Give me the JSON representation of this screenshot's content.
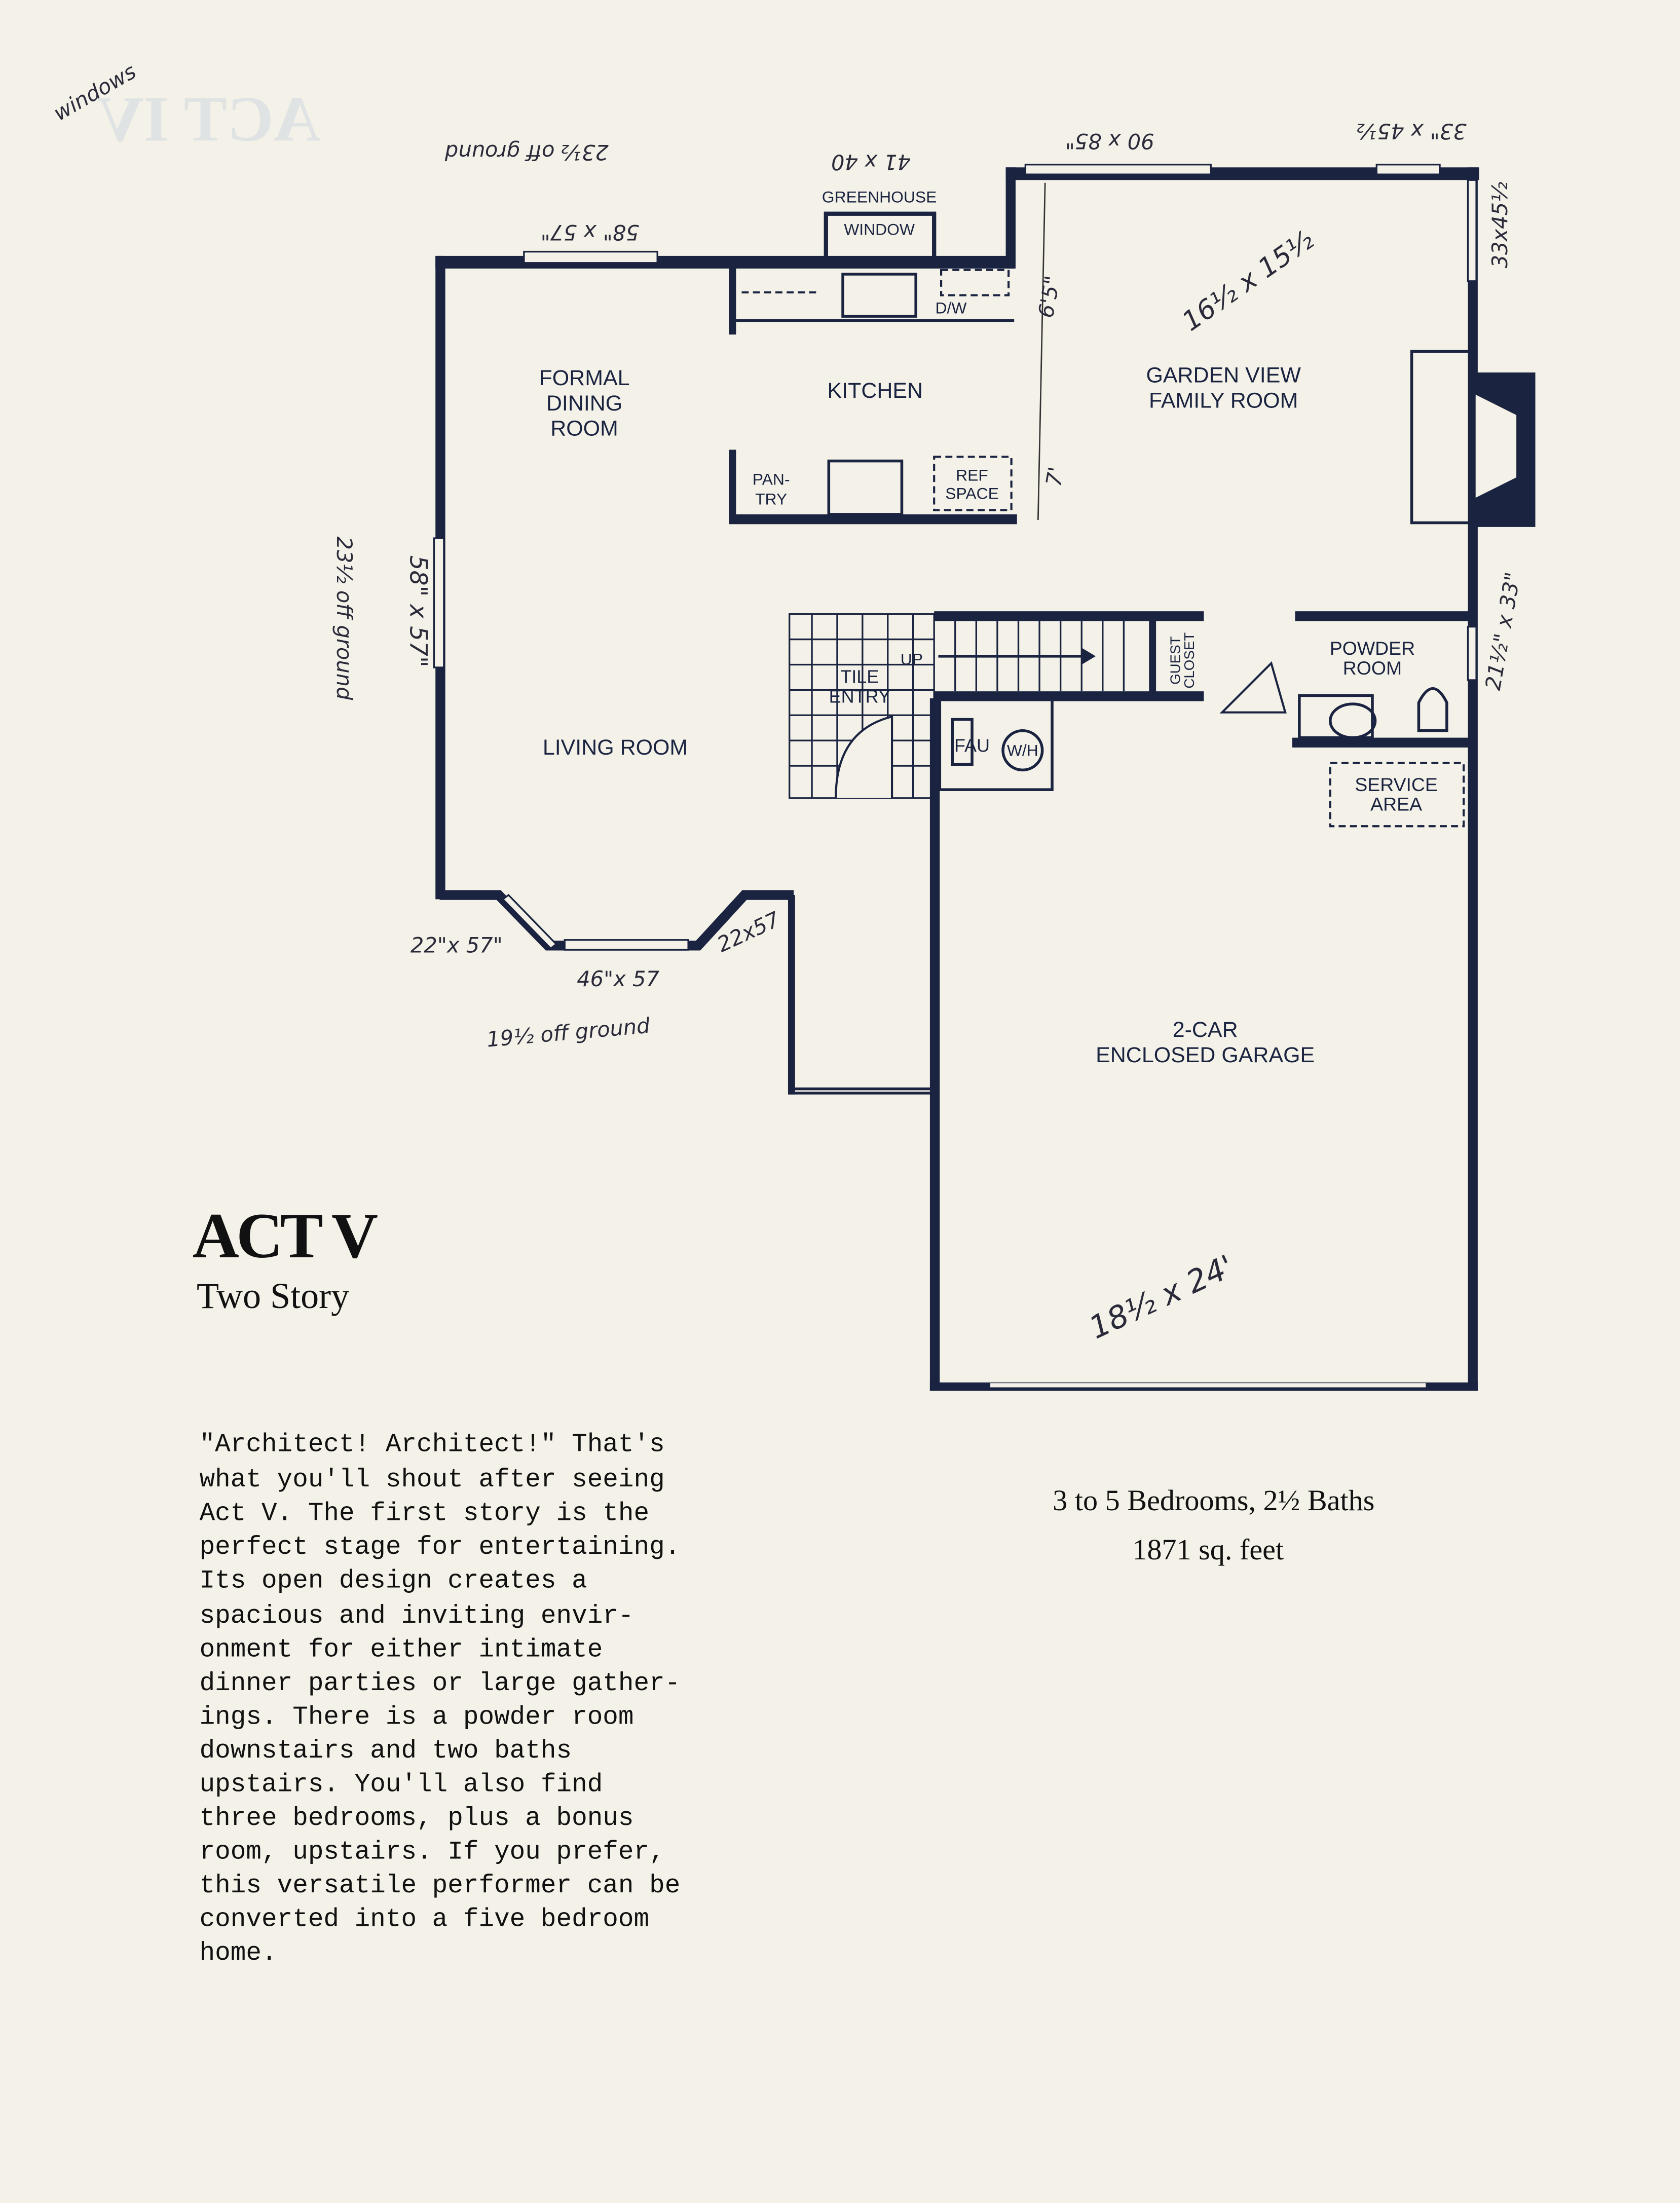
{
  "bleed_through_title": "ACT IV",
  "plan": {
    "rooms": {
      "greenhouse": "GREENHOUSE",
      "window": "WINDOW",
      "dishwasher": "D/W",
      "formal_dining": [
        "FORMAL",
        "DINING",
        "ROOM"
      ],
      "kitchen": "KITCHEN",
      "family_room": [
        "GARDEN VIEW",
        "FAMILY ROOM"
      ],
      "pantry": [
        "PAN-",
        "TRY"
      ],
      "ref_space": [
        "REF",
        "SPACE"
      ],
      "tile_entry": [
        "TILE",
        "ENTRY"
      ],
      "up": "UP",
      "guest_closet": [
        "GUEST",
        "CLOSET"
      ],
      "powder_room": [
        "POWDER",
        "ROOM"
      ],
      "fau": "FAU",
      "wh": "W/H",
      "service_area": [
        "SERVICE",
        "AREA"
      ],
      "living_room": "LIVING ROOM",
      "garage": [
        "2-CAR",
        "ENCLOSED GARAGE"
      ]
    },
    "handwritten": {
      "windows": "windows",
      "dining_top_height": "23½ off ground",
      "dining_top_window": "58\" x 57\"",
      "greenhouse_size": "41 x 40",
      "family_top_window": "90 x 85\"",
      "family_corner_window": "33\" x 45½",
      "family_side_window": "33x45½",
      "family_room_size": "16½ x 15½",
      "family_7ft": "7'",
      "family_6ft": "6'5\"",
      "dining_side_window": "58\" x 57\"",
      "dining_side_height": "23½ off ground",
      "powder_window": "21½\" x 33\"",
      "bay_left": "22\"x 57\"",
      "bay_right": "22x57",
      "bay_center": "46\"x 57",
      "bay_height": "19½ off ground",
      "garage_size": "18½ x 24'"
    }
  },
  "title": "ACT V",
  "subtitle": "Two Story",
  "description": [
    "\"Architect! Architect!\"  That's",
    "what you'll shout after seeing",
    "Act V.  The first story is the",
    "perfect stage for entertaining.",
    "Its open design creates a",
    "spacious and inviting envir-",
    "onment for either intimate",
    "dinner parties or large gather-",
    "ings.  There is a powder room",
    "downstairs and two baths",
    "upstairs.  You'll also find",
    "three bedrooms, plus a bonus",
    "room, upstairs.  If you prefer,",
    "this versatile performer can be",
    "converted into a five bedroom",
    "home."
  ],
  "stats": {
    "bedrooms_baths": "3 to 5 Bedrooms, 2½ Baths",
    "area": "1871 sq. feet"
  }
}
